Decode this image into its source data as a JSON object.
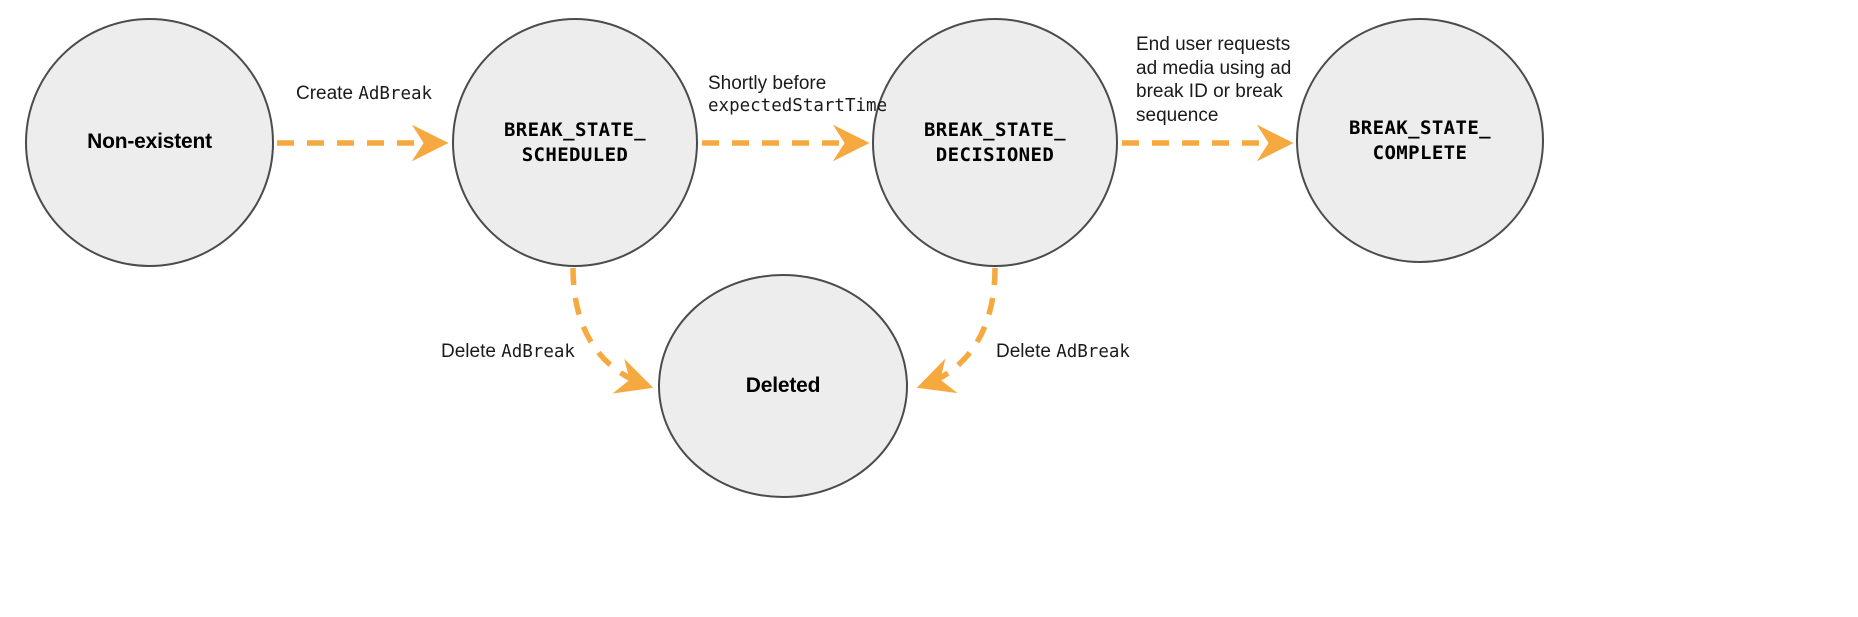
{
  "diagram": {
    "title": "AdBreak state transitions",
    "background": "#ffffff",
    "node_fill": "#ededed",
    "node_stroke": "#4b4b4b",
    "edge_color": "#f5a93f"
  },
  "nodes": [
    {
      "id": "non-existent",
      "label": "Non-existent",
      "label_style": "plain",
      "shape": "circle"
    },
    {
      "id": "break-state-scheduled",
      "label": "BREAK_STATE_\nSCHEDULED",
      "label_style": "mono",
      "shape": "circle"
    },
    {
      "id": "break-state-decisioned",
      "label": "BREAK_STATE_\nDECISIONED",
      "label_style": "mono",
      "shape": "circle"
    },
    {
      "id": "break-state-complete",
      "label": "BREAK_STATE_\nCOMPLETE",
      "label_style": "mono",
      "shape": "circle"
    },
    {
      "id": "deleted",
      "label": "Deleted",
      "label_style": "plain",
      "shape": "circle"
    }
  ],
  "edges": [
    {
      "id": "create-adbreak",
      "from": "non-existent",
      "to": "break-state-scheduled",
      "style": "dashed",
      "label_parts": [
        {
          "text": "Create ",
          "font": "sans"
        },
        {
          "text": "AdBreak",
          "font": "code"
        }
      ]
    },
    {
      "id": "shortly-before-expected-start-time",
      "from": "break-state-scheduled",
      "to": "break-state-decisioned",
      "style": "dashed",
      "label_lines": [
        [
          {
            "text": "Shortly before",
            "font": "sans"
          }
        ],
        [
          {
            "text": "expectedStartTime",
            "font": "code"
          }
        ]
      ]
    },
    {
      "id": "end-user-requests-ad-media",
      "from": "break-state-decisioned",
      "to": "break-state-complete",
      "style": "dashed",
      "label_lines": [
        [
          {
            "text": "End user requests",
            "font": "sans"
          }
        ],
        [
          {
            "text": "ad media using ad",
            "font": "sans"
          }
        ],
        [
          {
            "text": "break ID or break",
            "font": "sans"
          }
        ],
        [
          {
            "text": "sequence",
            "font": "sans"
          }
        ]
      ]
    },
    {
      "id": "delete-adbreak-from-scheduled",
      "from": "break-state-scheduled",
      "to": "deleted",
      "style": "dashed",
      "label_parts": [
        {
          "text": "Delete ",
          "font": "sans"
        },
        {
          "text": "AdBreak",
          "font": "code"
        }
      ]
    },
    {
      "id": "delete-adbreak-from-decisioned",
      "from": "break-state-decisioned",
      "to": "deleted",
      "style": "dashed",
      "label_parts": [
        {
          "text": "Delete ",
          "font": "sans"
        },
        {
          "text": "AdBreak",
          "font": "code"
        }
      ]
    }
  ],
  "labels": {
    "create_sans": "Create ",
    "create_code": "AdBreak",
    "shortly_line1": "Shortly before",
    "shortly_line2": "expectedStartTime",
    "enduser_line1": "End user requests",
    "enduser_line2": "ad media using ad",
    "enduser_line3": "break ID or break",
    "enduser_line4": "sequence",
    "delete_left_sans": "Delete ",
    "delete_left_code": "AdBreak",
    "delete_right_sans": "Delete ",
    "delete_right_code": "AdBreak"
  },
  "node_labels": {
    "nonexistent": "Non-existent",
    "scheduled": "BREAK_STATE_\nSCHEDULED",
    "decisioned": "BREAK_STATE_\nDECISIONED",
    "complete": "BREAK_STATE_\nCOMPLETE",
    "deleted": "Deleted"
  }
}
